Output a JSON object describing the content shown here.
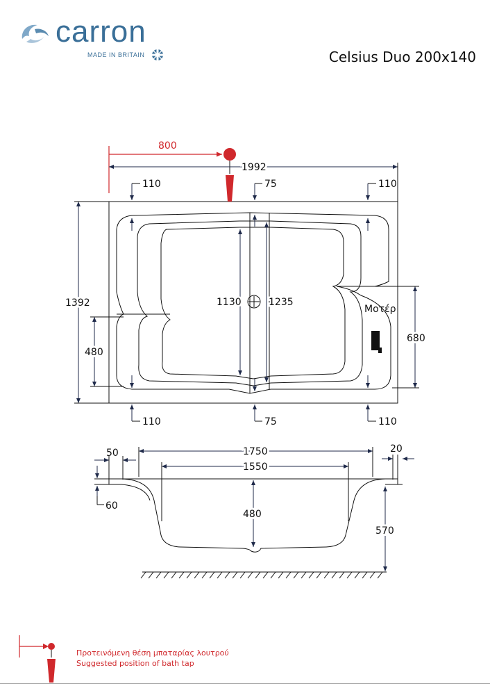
{
  "brand": {
    "name": "carron",
    "tagline": "MADE IN BRITAIN",
    "color": "#3a6f98"
  },
  "product": {
    "title": "Celsius Duo 200x140"
  },
  "plan_dimensions": {
    "tap_offset": "800",
    "overall_length": "1992",
    "top_left_rim": "110",
    "top_center_rim": "75",
    "top_right_rim": "110",
    "overall_width": "1392",
    "inner_length_left": "1130",
    "inner_length_right": "1235",
    "left_side_depth": "480",
    "right_side_depth": "680",
    "motor_label": "Μοτέρ",
    "bottom_left_rim": "110",
    "bottom_center_rim": "75",
    "bottom_right_rim": "110"
  },
  "section_dimensions": {
    "left_rim": "50",
    "top_length": "1750",
    "right_rim": "20",
    "bottom_length": "1550",
    "rim_thickness": "60",
    "inner_depth": "480",
    "overall_height": "570"
  },
  "legend": {
    "line_greek": "Προτεινόμενη θέση μπαταρίας λουτρού",
    "line_english": "Suggested position of bath tap",
    "accent_color": "#d0282c"
  }
}
